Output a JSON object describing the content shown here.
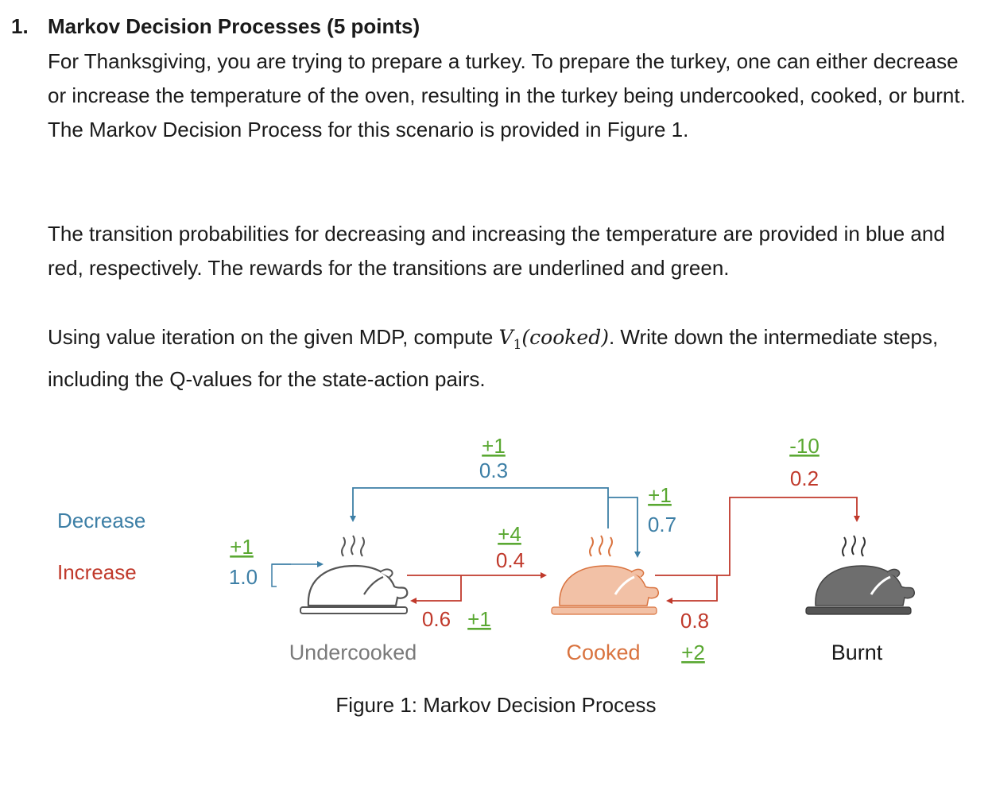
{
  "question": {
    "number": "1.",
    "title": "Markov Decision Processes (5 points)",
    "paragraph_1": "For Thanksgiving, you are trying to prepare a turkey. To prepare the turkey, one can either decrease or increase the temperature of the oven, resulting in the turkey being undercooked, cooked, or burnt. The Markov Decision Process for this scenario is provided in Figure 1.",
    "paragraph_2": "The transition probabilities for decreasing and increasing the temperature are provided in blue and red, respectively. The rewards for the transitions are underlined and green.",
    "paragraph_3_before": "Using value iteration on the given MDP, compute ",
    "paragraph_3_math_v": "V",
    "paragraph_3_math_sub": "1",
    "paragraph_3_math_arg": "(cooked)",
    "paragraph_3_after": ". Write down the intermediate steps, including the Q-values for the state-action pairs."
  },
  "figure": {
    "caption": "Figure 1: Markov Decision Process",
    "colors": {
      "decrease": "#3d7fa6",
      "increase": "#c0392b",
      "reward": "#5aa832",
      "undercooked": "#7a7a7a",
      "cooked": "#d9733f",
      "burnt": "#1a1a1a"
    },
    "legend": {
      "decrease": "Decrease",
      "increase": "Increase"
    },
    "states": {
      "undercooked": "Undercooked",
      "cooked": "Cooked",
      "burnt": "Burnt"
    },
    "transitions": {
      "under_self": {
        "reward": "+1",
        "prob": "1.0"
      },
      "cooked_to_under": {
        "reward": "+1",
        "prob": "0.3"
      },
      "cooked_self_decrease": {
        "reward": "+1",
        "prob": "0.7"
      },
      "under_to_cooked": {
        "reward": "+4",
        "prob": "0.4"
      },
      "under_self_increase": {
        "prob": "0.6",
        "reward": "+1"
      },
      "cooked_to_burnt": {
        "reward": "-10",
        "prob": "0.2"
      },
      "cooked_self_increase": {
        "prob": "0.8",
        "reward": "+2"
      }
    }
  }
}
